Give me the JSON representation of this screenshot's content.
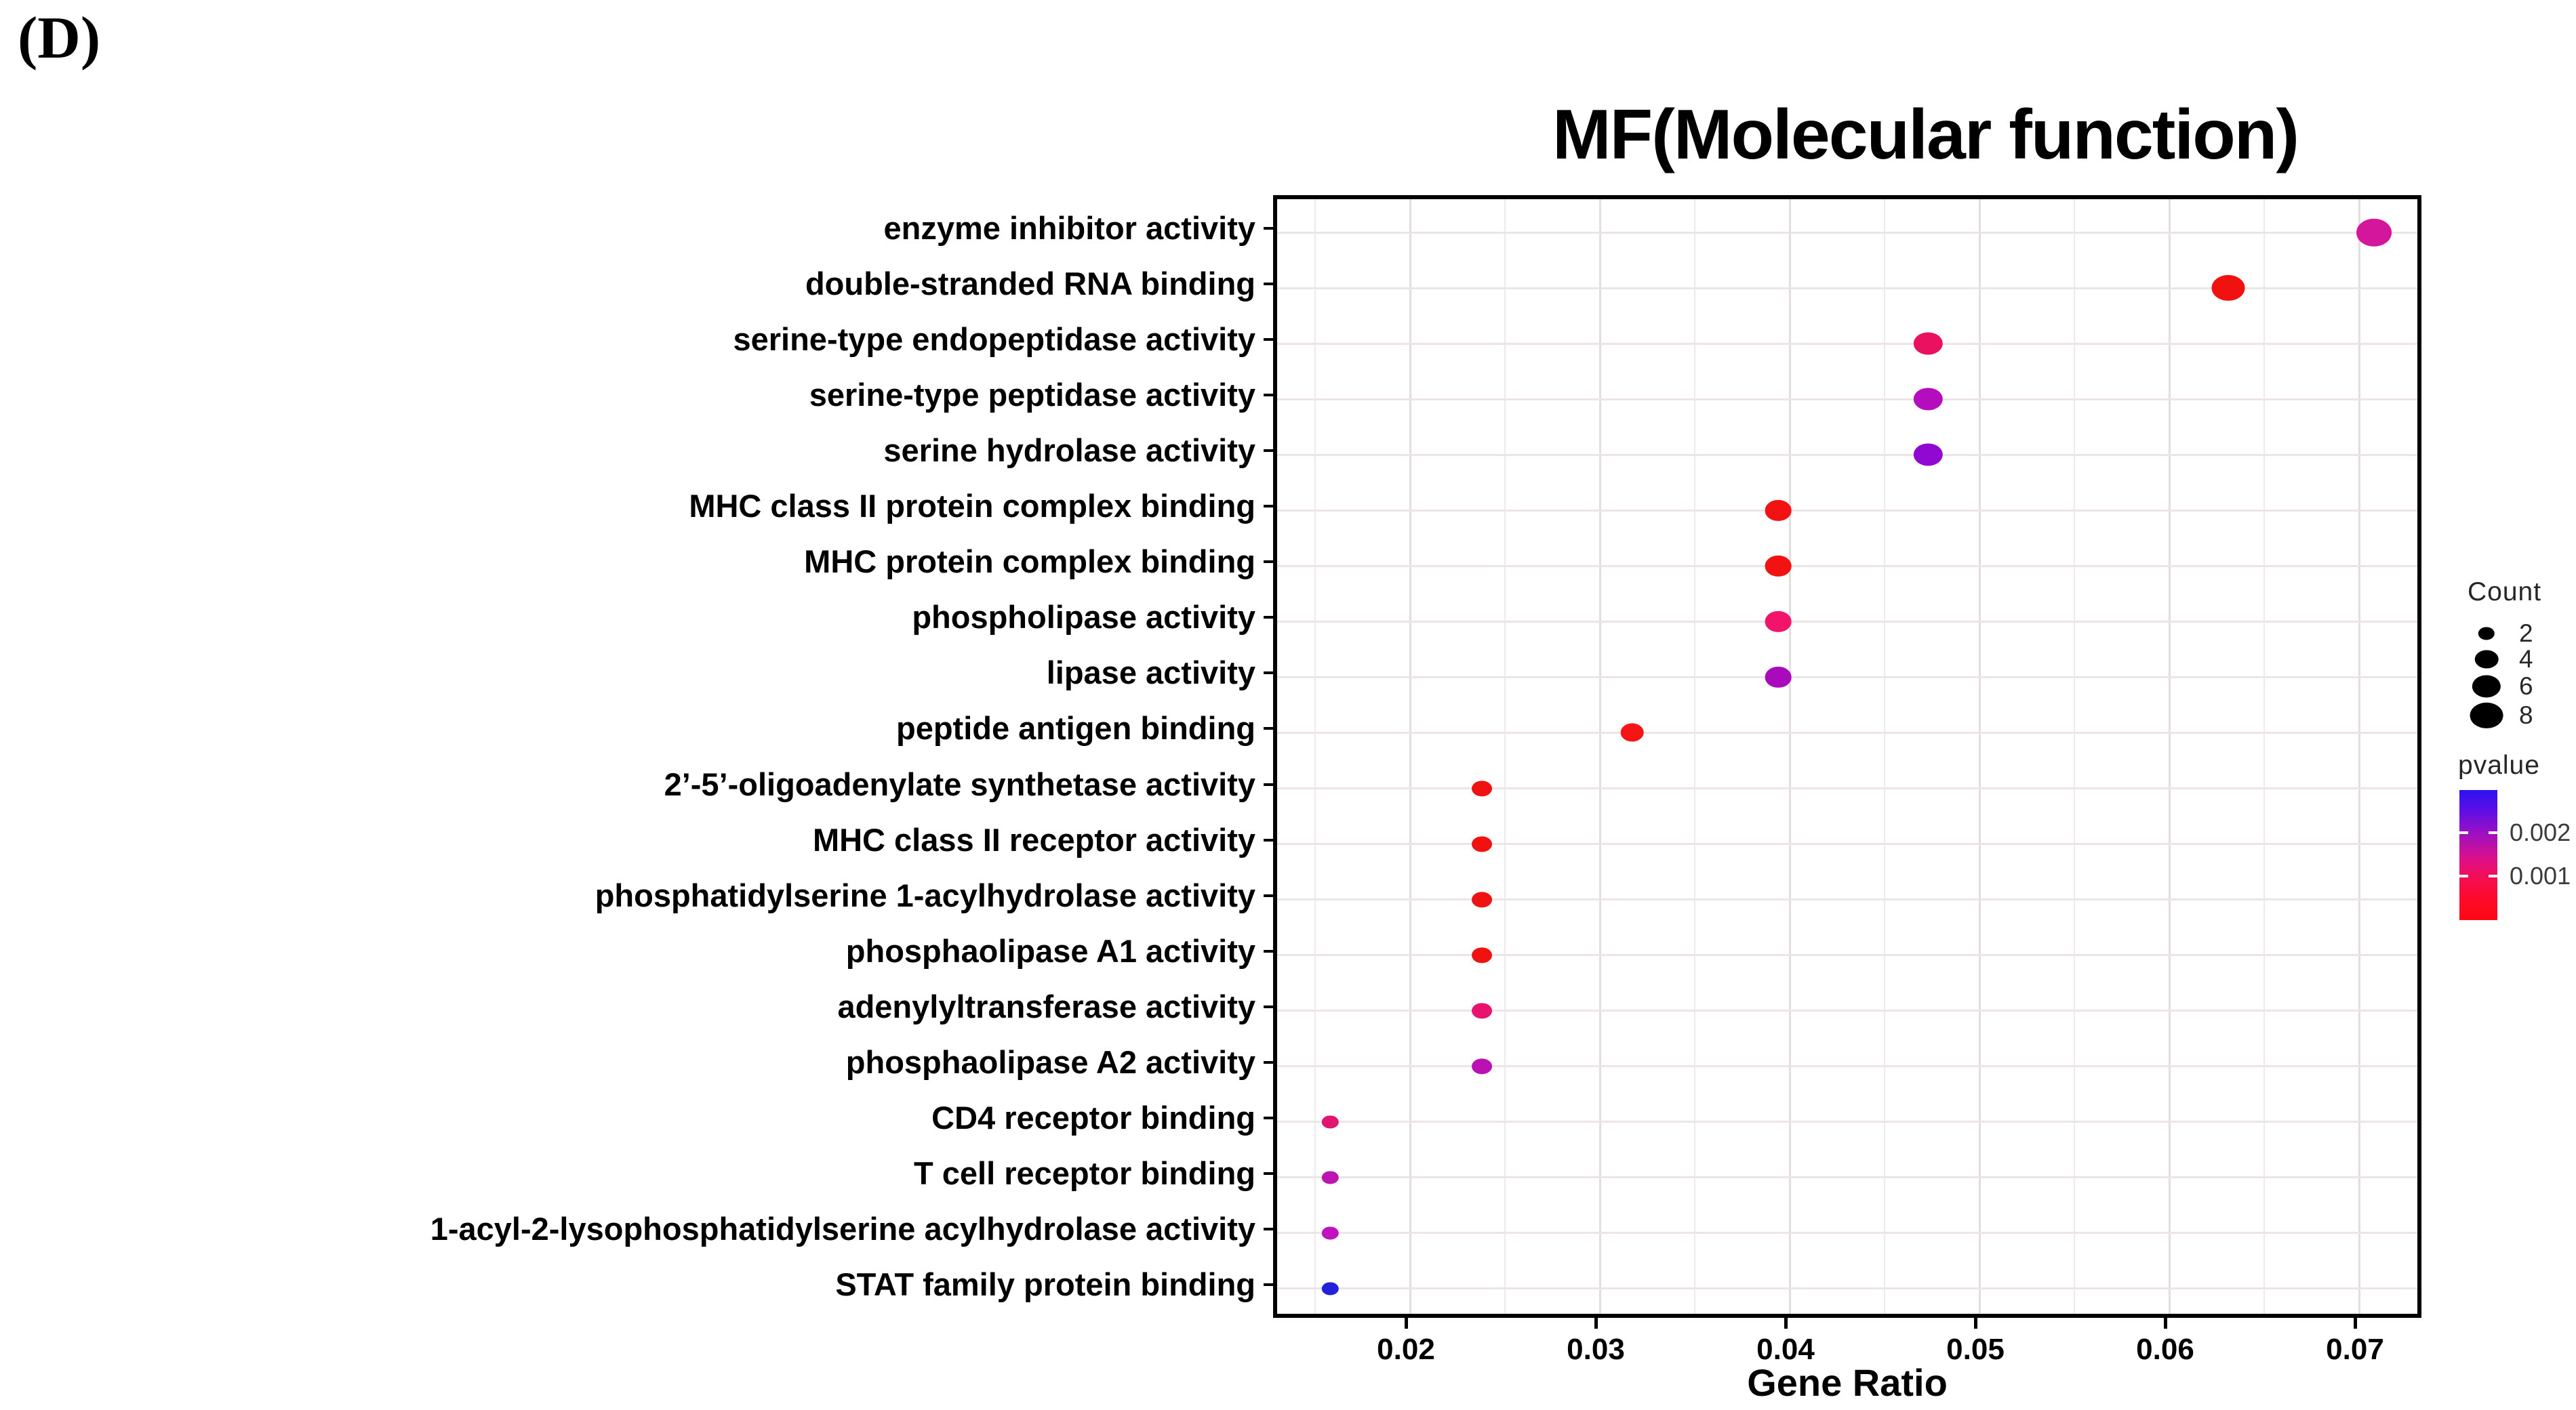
{
  "panel_label": "(D)",
  "chart_data": {
    "type": "scatter",
    "title": "MF(Molecular function)",
    "xlabel": "Gene Ratio",
    "x_domain": [
      0.013,
      0.0735
    ],
    "x_ticks": [
      "0.02",
      "0.03",
      "0.04",
      "0.05",
      "0.06",
      "0.07"
    ],
    "x_tick_values": [
      0.02,
      0.03,
      0.04,
      0.05,
      0.06,
      0.07
    ],
    "x_minor_tick_values": [
      0.015,
      0.025,
      0.035,
      0.045,
      0.055,
      0.065
    ],
    "grid": true,
    "legend_position": "right",
    "points": [
      {
        "term": "enzyme inhibitor activity",
        "gene_ratio": 0.0708,
        "count": 9,
        "color": "#d4169c"
      },
      {
        "term": "double-stranded RNA binding",
        "gene_ratio": 0.0631,
        "count": 8,
        "color": "#f21111"
      },
      {
        "term": "serine-type endopeptidase activity",
        "gene_ratio": 0.0473,
        "count": 6,
        "color": "#ea1260"
      },
      {
        "term": "serine-type peptidase activity",
        "gene_ratio": 0.0473,
        "count": 6,
        "color": "#b30dbe"
      },
      {
        "term": "serine hydrolase activity",
        "gene_ratio": 0.0473,
        "count": 6,
        "color": "#9008d2"
      },
      {
        "term": "MHC class II protein complex binding",
        "gene_ratio": 0.0394,
        "count": 5,
        "color": "#f21212"
      },
      {
        "term": "MHC protein complex binding",
        "gene_ratio": 0.0394,
        "count": 5,
        "color": "#f21212"
      },
      {
        "term": "phospholipase activity",
        "gene_ratio": 0.0394,
        "count": 5,
        "color": "#f2136b"
      },
      {
        "term": "lipase activity",
        "gene_ratio": 0.0394,
        "count": 5,
        "color": "#a90abb"
      },
      {
        "term": "peptide antigen binding",
        "gene_ratio": 0.0317,
        "count": 4,
        "color": "#f51515"
      },
      {
        "term": "2’-5’-oligoadenylate synthetase activity",
        "gene_ratio": 0.0238,
        "count": 3,
        "color": "#f01111"
      },
      {
        "term": "MHC class II receptor activity",
        "gene_ratio": 0.0238,
        "count": 3,
        "color": "#f01111"
      },
      {
        "term": "phosphatidylserine 1-acylhydrolase activity",
        "gene_ratio": 0.0238,
        "count": 3,
        "color": "#f01111"
      },
      {
        "term": "phosphaolipase A1 activity",
        "gene_ratio": 0.0238,
        "count": 3,
        "color": "#f01111"
      },
      {
        "term": "adenylyltransferase activity",
        "gene_ratio": 0.0238,
        "count": 3,
        "color": "#e8136e"
      },
      {
        "term": "phosphaolipase A2 activity",
        "gene_ratio": 0.0238,
        "count": 3,
        "color": "#bb10b2"
      },
      {
        "term": "CD4 receptor binding",
        "gene_ratio": 0.0158,
        "count": 2,
        "color": "#e01570"
      },
      {
        "term": "T cell receptor binding",
        "gene_ratio": 0.0158,
        "count": 2,
        "color": "#bb16b0"
      },
      {
        "term": "1-acyl-2-lysophosphatidylserine acylhydrolase activity",
        "gene_ratio": 0.0158,
        "count": 2,
        "color": "#c013be"
      },
      {
        "term": "STAT family protein binding",
        "gene_ratio": 0.0158,
        "count": 2,
        "color": "#2421dc"
      }
    ],
    "legend_count": {
      "title": "Count",
      "items": [
        "2",
        "4",
        "6",
        "8"
      ],
      "item_values": [
        2,
        4,
        6,
        8
      ],
      "dot_color": "#000000"
    },
    "legend_pvalue": {
      "title": "pvalue",
      "tick_labels": [
        "0.002",
        "0.001"
      ],
      "gradient_top_color": "#2b13ef",
      "gradient_mid_color": "#d41092",
      "gradient_bottom_color": "#ff0914"
    }
  }
}
